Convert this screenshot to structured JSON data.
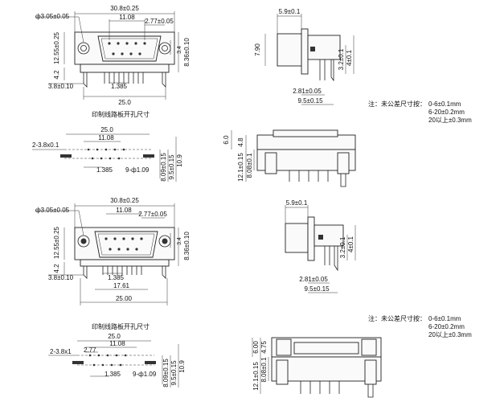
{
  "top_front": {
    "d_overall": "30.8±0.25",
    "d_screw_hole": "ф3.05±0.05",
    "d_row_pitch": "11.08",
    "d_offset": "2.77±0.05",
    "d_height": "12.55±0.25",
    "d_depth": "8.36±0.10",
    "d_small": "3.4",
    "d_lower_gap": "4.2",
    "d_pin_pitch": "1.385",
    "d_bottom_left": "3.8±0.10",
    "d_bottom_width": "25.0"
  },
  "top_side": {
    "d_top": "5.9±0.1",
    "d_left": "7.90",
    "d_right_a": "3.2±0.1",
    "d_right_b": "4±0.1",
    "d_bottom_a": "2.81±0.05",
    "d_bottom_b": "9.5±0.15"
  },
  "note_top": {
    "label": "注：未公差尺寸按：",
    "line1": "0-6±0.1mm",
    "line2": "6-20±0.2mm",
    "line3": "20以上±0.3mm"
  },
  "pcb_top": {
    "title": "印制线路板开孔尺寸",
    "d_width": "25.0",
    "d_pitch": "11.08",
    "d_hole": "2-3.8x0.1",
    "d_pin": "1.385",
    "d_pin_hole": "9-ф1.09",
    "d_v1": "8.09±0.15",
    "d_v2": "9.5±0.15",
    "d_v3": "10.9"
  },
  "mid_side": {
    "d_a": "6.0",
    "d_b": "4.8",
    "d_c": "12.1±0.15",
    "d_d": "8.08±0.1"
  },
  "bottom_front": {
    "d_overall": "30.8±0.25",
    "d_screw_hole": "ф3.05±0.05",
    "d_row_pitch": "11.08",
    "d_offset": "2.77±0.05",
    "d_height": "12.55±0.25",
    "d_depth": "8.36±0.10",
    "d_small": "3.4",
    "d_lower_gap": "4.2",
    "d_pin_pitch": "1.385",
    "d_bottom_left": "3.8±0.10",
    "d_pin_span": "17.61",
    "d_bottom_width": "25.00"
  },
  "bottom_side": {
    "d_top": "5.9±0.1",
    "d_right_a": "3.2±0.1",
    "d_right_b": "4±0.1",
    "d_bottom_a": "2.81±0.05",
    "d_bottom_b": "9.5±0.15"
  },
  "note_bottom": {
    "label": "注：未公差尺寸按：",
    "line1": "0-6±0.1mm",
    "line2": "6-20±0.2mm",
    "line3": "20以上±0.3mm"
  },
  "pcb_bottom": {
    "title": "印制线路板开孔尺寸",
    "d_width": "25.0",
    "d_pitch": "11.08",
    "d_offset": "2.77",
    "d_hole": "2-3.8x1",
    "d_pin": "1.385",
    "d_pin_hole": "9-ф1.09",
    "d_v1": "8.09±0.15",
    "d_v2": "9.5±0.15",
    "d_v3": "10.9"
  },
  "bot_side2": {
    "d_a": "6.00",
    "d_b": "4.75",
    "d_c": "12.1±0.15",
    "d_d": "8.08±0.1"
  }
}
